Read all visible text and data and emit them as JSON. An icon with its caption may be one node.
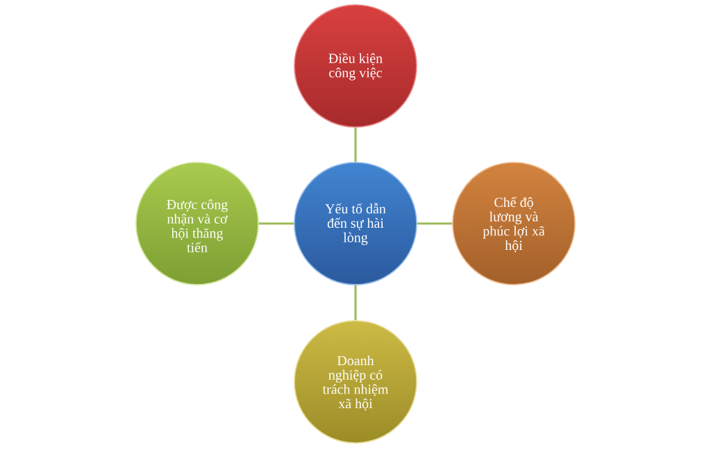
{
  "diagram": {
    "nodes": [
      {
        "text": [
          "Điều kiện công việc"
        ]
      },
      {
        "text": [
          "Được công nhận và cơ hội thăng tiến"
        ]
      },
      {
        "text": [
          "Yếu tố dẫn đến sự hài lòng"
        ]
      },
      {
        "text": [
          "Chế độ lương và phúc lợi xã hội"
        ]
      },
      {
        "text": [
          "Doanh nghiệp có trách nhiệm xã hội"
        ]
      }
    ],
    "edges": [
      {
        "from": 2,
        "to": 0,
        "arrow": "none"
      },
      {
        "from": 1,
        "to": 2,
        "arrow": "none"
      },
      {
        "from": 2,
        "to": 3,
        "arrow": "none"
      },
      {
        "from": 2,
        "to": 4,
        "arrow": "none"
      }
    ]
  }
}
